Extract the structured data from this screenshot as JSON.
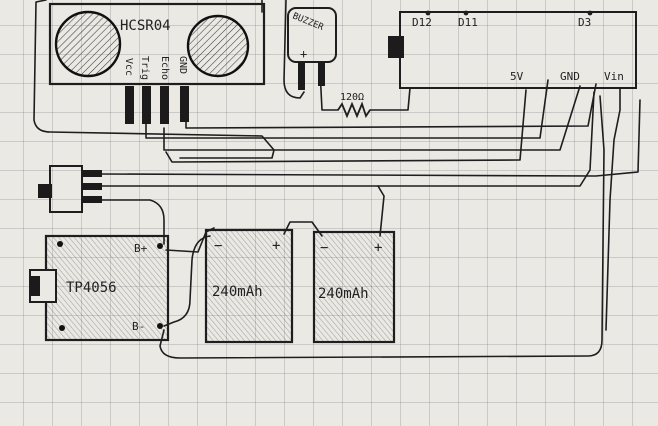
{
  "labels": {
    "sensor": "HCSR04",
    "sensor_pins": [
      "Vcc",
      "Trig",
      "Echo",
      "GND"
    ],
    "buzzer": "BUZZER",
    "buzzer_plus": "+",
    "resistor": "120Ω",
    "board_pins_top": [
      "D12",
      "D11",
      "D3"
    ],
    "board_pins_bottom": [
      "5V",
      "GND",
      "Vin"
    ],
    "charger": "TP4056",
    "charger_bplus": "B+",
    "charger_bminus": "B-",
    "battery_1": "240mAh",
    "battery_2": "240mAh",
    "battery_minus": "−",
    "battery_plus": "+"
  },
  "colors": {
    "ink": "#1e1e1e",
    "paper": "#ebe9e4",
    "grid": "#8a8a90"
  }
}
